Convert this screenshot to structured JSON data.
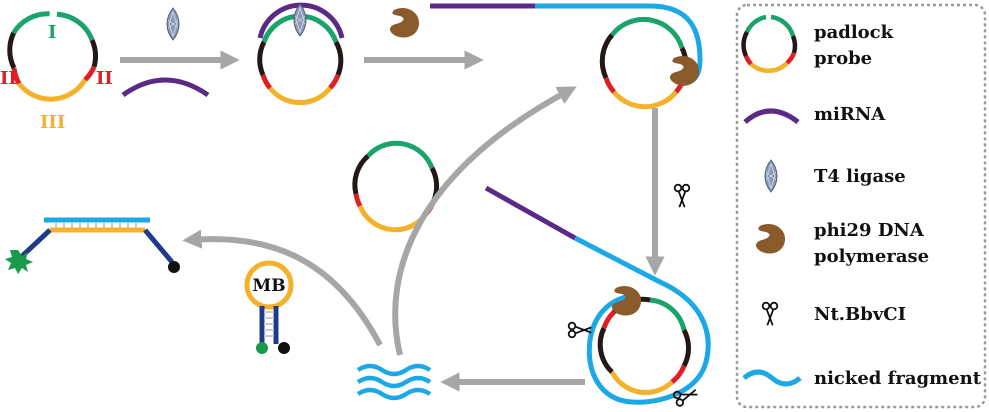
{
  "colors": {
    "green": "#1aa36a",
    "black": "#231815",
    "red": "#e01e24",
    "orange": "#f4b12a",
    "purple": "#5b2a86",
    "blue": "#1aa8e6",
    "gray_arrow": "#a6a6a6",
    "brown": "#8b5a2b",
    "ligase": "#8c9bb8",
    "fluor": "#1a9a4a",
    "quencher": "#111111"
  },
  "probe_labels": {
    "region_1": "I",
    "region_2_left": "II",
    "region_2_right": "II",
    "region_3": "III"
  },
  "molecular_beacon": {
    "label": "MB"
  },
  "legend": {
    "items": [
      {
        "icon": "padlock-probe-icon",
        "line1": "padlock",
        "line2": "probe"
      },
      {
        "icon": "mirna-icon",
        "line1": "miRNA"
      },
      {
        "icon": "t4-ligase-icon",
        "line1": "T4 ligase"
      },
      {
        "icon": "phi29-polymerase-icon",
        "line1": "phi29 DNA",
        "line2": "polymerase"
      },
      {
        "icon": "scissors-icon",
        "line1": "Nt.BbvCI"
      },
      {
        "icon": "nicked-fragment-icon",
        "line1": "nicked fragment"
      }
    ]
  }
}
